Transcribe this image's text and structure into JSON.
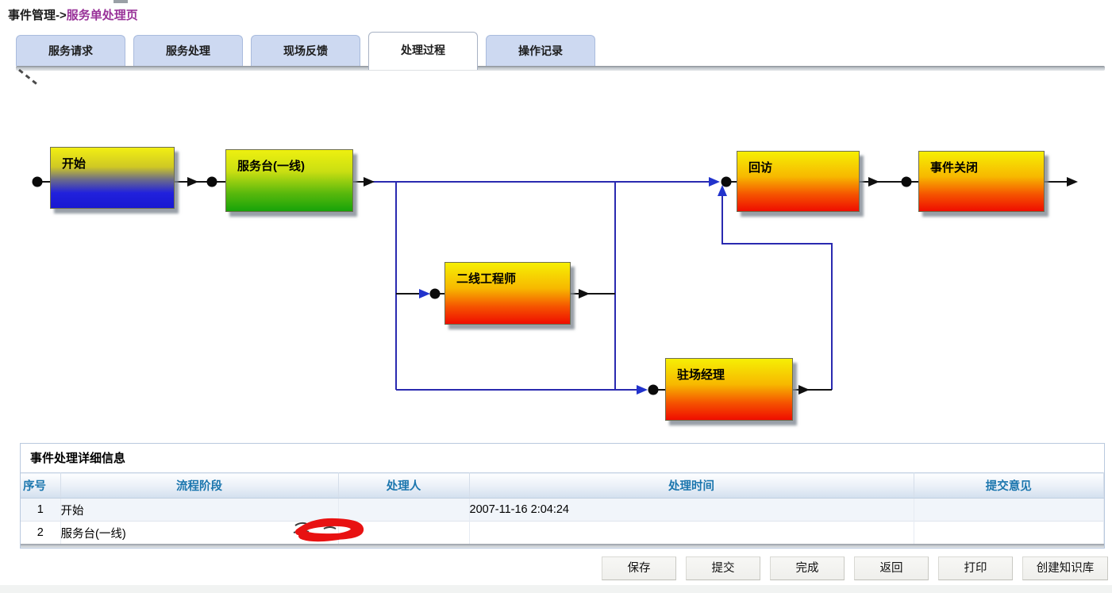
{
  "breadcrumb": {
    "trail": "事件管理->",
    "current": "服务单处理页"
  },
  "tabs": [
    {
      "label": "服务请求",
      "active": false
    },
    {
      "label": "服务处理",
      "active": false
    },
    {
      "label": "现场反馈",
      "active": false
    },
    {
      "label": "处理过程",
      "active": true
    },
    {
      "label": "操作记录",
      "active": false
    }
  ],
  "flowchart": {
    "nodes": [
      {
        "label": "开始",
        "top_color": "#f2ef12",
        "bottom_color": "#1818d2"
      },
      {
        "label": "服务台(一线)",
        "top_color": "#eef00f",
        "bottom_color": "#17a309"
      },
      {
        "label": "二线工程师",
        "top_color": "#f6ef04",
        "bottom_color": "#ef0d00"
      },
      {
        "label": "驻场经理",
        "top_color": "#f6ef04",
        "bottom_color": "#ef0d00"
      },
      {
        "label": "回访",
        "top_color": "#f6ef04",
        "bottom_color": "#ef0d00"
      },
      {
        "label": "事件关闭",
        "top_color": "#f6ef04",
        "bottom_color": "#ef0d00"
      }
    ],
    "edges": [
      {
        "from": "开始",
        "to": "服务台(一线)"
      },
      {
        "from": "服务台(一线)",
        "to": "回访"
      },
      {
        "from": "服务台(一线)",
        "to": "二线工程师"
      },
      {
        "from": "服务台(一线)",
        "to": "驻场经理"
      },
      {
        "from": "二线工程师",
        "to": "回访"
      },
      {
        "from": "驻场经理",
        "to": "回访"
      },
      {
        "from": "回访",
        "to": "事件关闭"
      }
    ],
    "line_color": "#2a2ab0"
  },
  "detail_table": {
    "title": "事件处理详细信息",
    "columns": [
      "序号",
      "流程阶段",
      "处理人",
      "处理时间",
      "提交意见"
    ],
    "rows": [
      {
        "seq": "1",
        "stage": "开始",
        "handler": "",
        "time": "2007-11-16 2:04:24",
        "comment": ""
      },
      {
        "seq": "2",
        "stage": "服务台(一线)",
        "handler": "",
        "handler_redacted": true,
        "time": "",
        "comment": ""
      }
    ],
    "header_text_color": "#1b76ae",
    "redaction_color": "#e81212"
  },
  "actions": [
    {
      "label": "保存"
    },
    {
      "label": "提交"
    },
    {
      "label": "完成"
    },
    {
      "label": "返回"
    },
    {
      "label": "打印"
    },
    {
      "label": "创建知识库"
    }
  ]
}
